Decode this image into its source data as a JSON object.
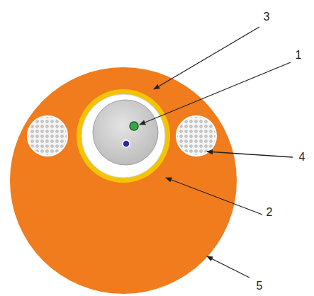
{
  "diagram": {
    "labels": [
      "3",
      "1",
      "4",
      "2",
      "5"
    ]
  }
}
